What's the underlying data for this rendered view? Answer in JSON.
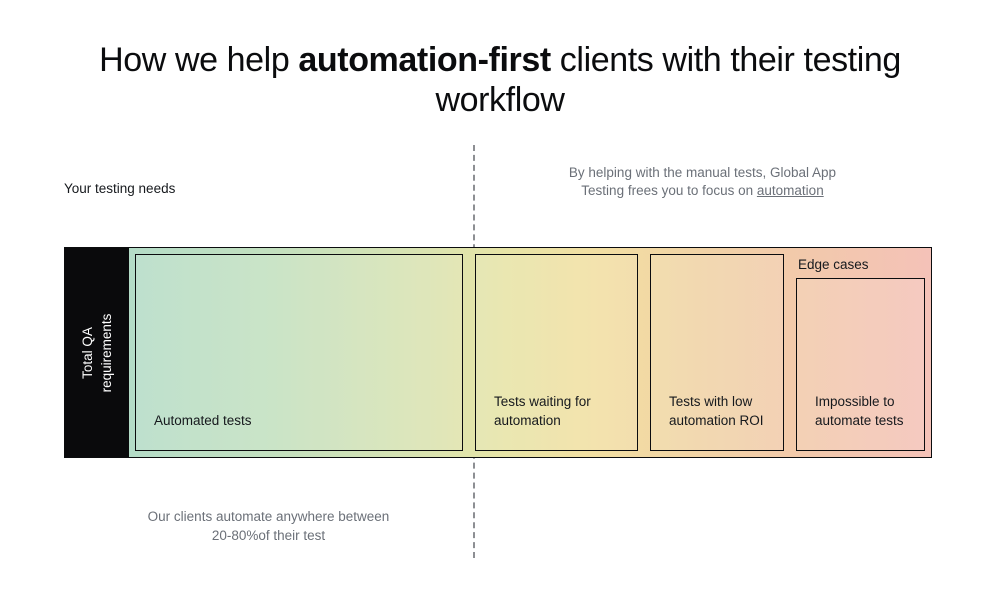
{
  "title": {
    "part1": "How we help ",
    "emphasis": "automation-first",
    "part2": " clients with their testing workflow"
  },
  "captions": {
    "left_label": "Your testing needs",
    "right_line1": "By helping with the manual tests, Global App",
    "right_line2_prefix": "Testing frees you to focus on ",
    "right_link": "automation",
    "bottom_line1": "Our clients automate anywhere between",
    "bottom_line2": "20-80%of their test"
  },
  "bar": {
    "sidebar_label_line1": "Total QA",
    "sidebar_label_line2": "requirements",
    "sidebar_color": "#0a0a0c",
    "gradient_start": "#b4dcc7",
    "gradient_mid": "#e7e4a6",
    "gradient_end": "#f4c2b8",
    "segments": [
      {
        "header": "",
        "label": "Automated tests"
      },
      {
        "header": "",
        "label": "Tests waiting for automation"
      },
      {
        "header": "",
        "label": "Tests with low automation ROI"
      },
      {
        "header": "Edge cases",
        "label": "Impossible to automate tests"
      }
    ]
  },
  "divider": {
    "style": "dashed",
    "color": "#8d8f93"
  }
}
